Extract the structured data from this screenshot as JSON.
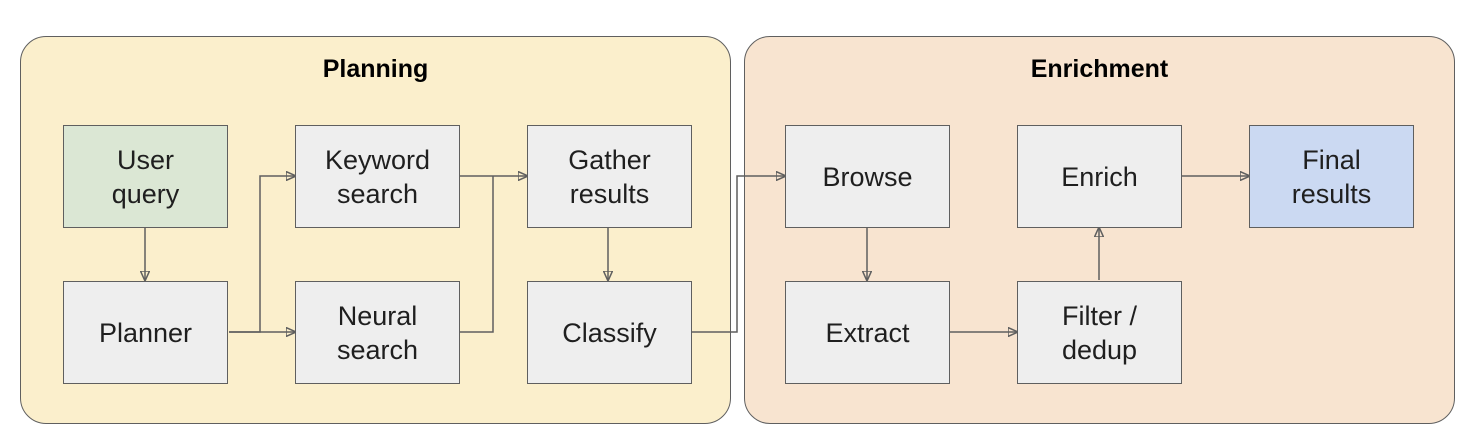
{
  "colors": {
    "planning_bg": "#fbefcc",
    "enrichment_bg": "#f8e4d0",
    "node_bg": "#eeeeee",
    "user_query_bg": "#dbe7d4",
    "final_results_bg": "#cbd9f2",
    "stroke": "#5f5f5f"
  },
  "panels": {
    "planning": {
      "title": "Planning"
    },
    "enrichment": {
      "title": "Enrichment"
    }
  },
  "nodes": {
    "user_query": "User\nquery",
    "planner": "Planner",
    "keyword_search": "Keyword\nsearch",
    "neural_search": "Neural\nsearch",
    "gather_results": "Gather\nresults",
    "classify": "Classify",
    "browse": "Browse",
    "extract": "Extract",
    "filter_dedup": "Filter /\ndedup",
    "enrich": "Enrich",
    "final_results": "Final\nresults"
  },
  "edges": [
    [
      "user_query",
      "planner"
    ],
    [
      "planner",
      "keyword_search"
    ],
    [
      "planner",
      "neural_search"
    ],
    [
      "keyword_search",
      "gather_results"
    ],
    [
      "neural_search",
      "gather_results"
    ],
    [
      "gather_results",
      "classify"
    ],
    [
      "classify",
      "browse"
    ],
    [
      "browse",
      "extract"
    ],
    [
      "extract",
      "filter_dedup"
    ],
    [
      "filter_dedup",
      "enrich"
    ],
    [
      "enrich",
      "final_results"
    ]
  ]
}
